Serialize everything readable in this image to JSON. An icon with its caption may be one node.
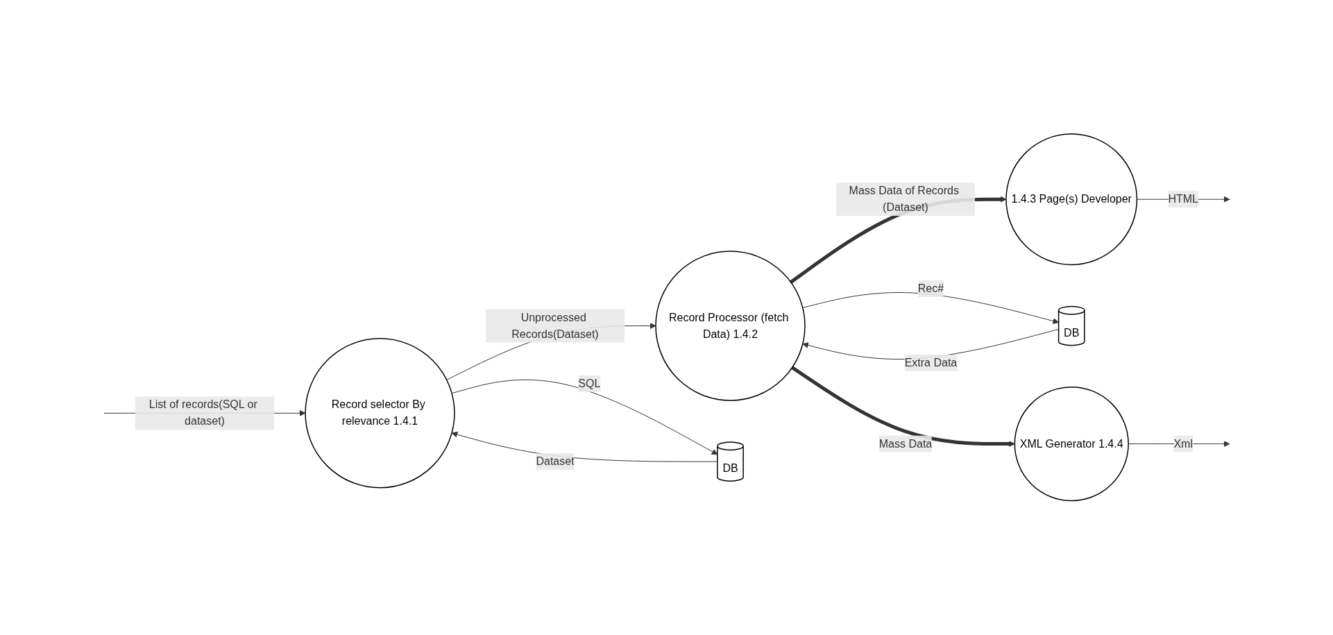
{
  "diagram": {
    "nodes": [
      {
        "text": [
          "Record selector By relevance 1.4.1"
        ]
      },
      {
        "text": [
          "Record Processor (fetch Data) 1.4.2"
        ]
      },
      {
        "text": [
          "1.4.3 Page(s) Developer"
        ]
      },
      {
        "text": [
          "DB"
        ]
      },
      {
        "text": [
          "DB"
        ]
      },
      {
        "text": [
          "XML Generator 1.4.4"
        ]
      }
    ],
    "edges": [
      {
        "from": null,
        "to": 0,
        "arrow": "to",
        "label": "List of records(SQL or dataset)"
      },
      {
        "from": 0,
        "to": 1,
        "arrow": "to",
        "label": "Unprocessed Records(Dataset)"
      },
      {
        "from": 1,
        "to": 2,
        "arrow": "to",
        "label": "Mass Data of Records (Dataset)",
        "style": "thick"
      },
      {
        "from": 0,
        "to": 3,
        "arrow": "to",
        "label": "SQL"
      },
      {
        "from": 3,
        "to": 0,
        "arrow": "to",
        "label": "Dataset"
      },
      {
        "from": 1,
        "to": 4,
        "arrow": "to",
        "label": "Rec#"
      },
      {
        "from": 4,
        "to": 1,
        "arrow": "to",
        "label": "Extra Data"
      },
      {
        "from": 1,
        "to": 5,
        "arrow": "to",
        "label": "Mass Data",
        "style": "thick"
      },
      {
        "from": 2,
        "to": null,
        "arrow": "to",
        "label": "HTML"
      },
      {
        "from": 5,
        "to": null,
        "arrow": "to",
        "label": "Xml"
      }
    ]
  }
}
